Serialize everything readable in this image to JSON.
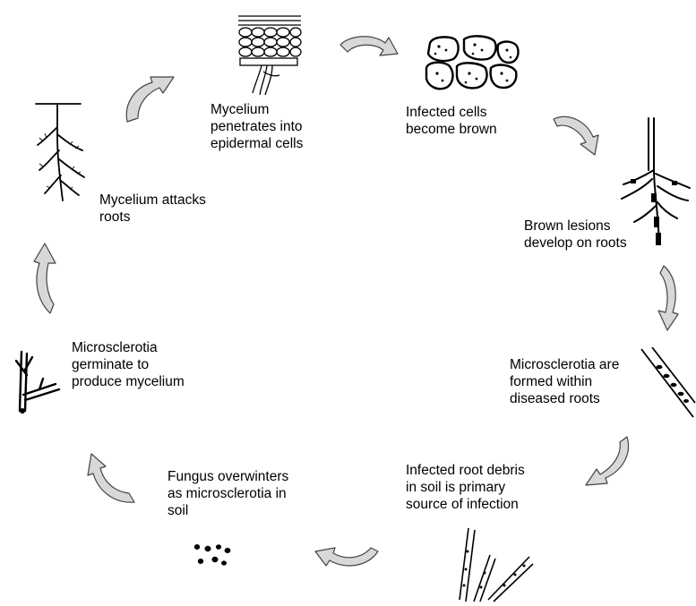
{
  "diagram": {
    "stages": [
      {
        "id": "penetrate",
        "text": "Mycelium\npenetrates into\nepidermal cells",
        "icon": "epidermal-cells-illustration"
      },
      {
        "id": "brown",
        "text": "Infected cells\nbecome brown",
        "icon": "brown-cells-illustration"
      },
      {
        "id": "lesions",
        "text": "Brown lesions\ndevelop on roots",
        "icon": "lesioned-root-illustration"
      },
      {
        "id": "formed",
        "text": "Microsclerotia are\nformed within\ndiseased roots",
        "icon": "root-with-microsclerotia-illustration"
      },
      {
        "id": "debris",
        "text": "Infected root debris\nin soil is primary\nsource of infection",
        "icon": "root-debris-illustration"
      },
      {
        "id": "overwinter",
        "text": "Fungus overwinters\nas microsclerotia in\nsoil",
        "icon": "microsclerotia-dots-illustration"
      },
      {
        "id": "germinate",
        "text": "Microsclerotia\ngerminate to\nproduce mycelium",
        "icon": "germinating-twig-illustration"
      },
      {
        "id": "attack",
        "text": "Mycelium attacks\nroots",
        "icon": "root-with-mycelium-illustration"
      }
    ],
    "colors": {
      "arrow_fill": "#d8d8d8",
      "arrow_stroke": "#444444",
      "ink": "#000000"
    }
  }
}
